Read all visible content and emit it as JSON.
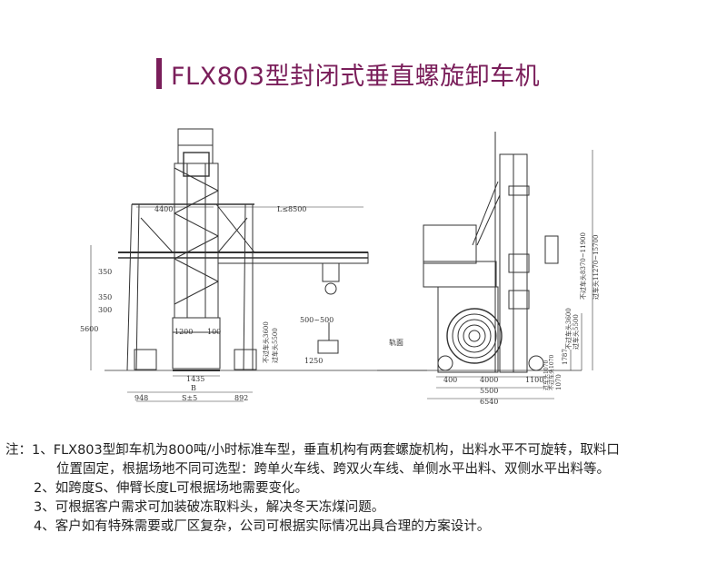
{
  "title": "FLX803型封闭式垂直螺旋卸车机",
  "accent_color": "#7a1e5a",
  "drawing": {
    "left_view": {
      "top_span": "4400",
      "arm_length": "L≤8500",
      "height_350": "350",
      "height_350b": "350",
      "height_300": "300",
      "height_5600": "5600",
      "dim_1200": "1200",
      "dim_100": "100",
      "dim_500": "500~500",
      "dim_1250": "1250",
      "dim_1435": "1435",
      "label_B": "B",
      "dim_S": "S±5",
      "dim_948": "948",
      "dim_892": "892",
      "vertical_note_1": "不过车头3600",
      "vertical_note_2": "过车头5500"
    },
    "right_view": {
      "track_label": "轨面",
      "dim_400": "400",
      "dim_4000": "4000",
      "dim_1100": "1100",
      "dim_5500": "5500",
      "dim_6540": "6540",
      "dim_1787": "1787",
      "dim_1070": "1070",
      "vertical_note_a": "不过车头8370~11900",
      "vertical_note_b": "过车头11270~15700",
      "vertical_note_c": "不过车头3600",
      "vertical_note_d": "过车头5500",
      "vertical_note_e": "不过车头1070",
      "vertical_note_f": "过车头1070"
    }
  },
  "notes": {
    "prefix": "注：",
    "items": [
      {
        "num": "1、",
        "text": "FLX803型卸车机为800吨/小时标准车型，垂直机构有两套螺旋机构，出料水平不可旋转，取料口"
      },
      {
        "num": "",
        "text": "位置固定，根据场地不同可选型：跨单火车线、跨双火车线、单侧水平出料、双侧水平出料等。"
      },
      {
        "num": "2、",
        "text": "如跨度S、伸臂长度L可根据场地需要变化。"
      },
      {
        "num": "3、",
        "text": "可根据客户需求可加装破冻取料头，解决冬天冻煤问题。"
      },
      {
        "num": "4、",
        "text": "客户如有特殊需要或厂区复杂，公司可根据实际情况出具合理的方案设计。"
      }
    ]
  }
}
